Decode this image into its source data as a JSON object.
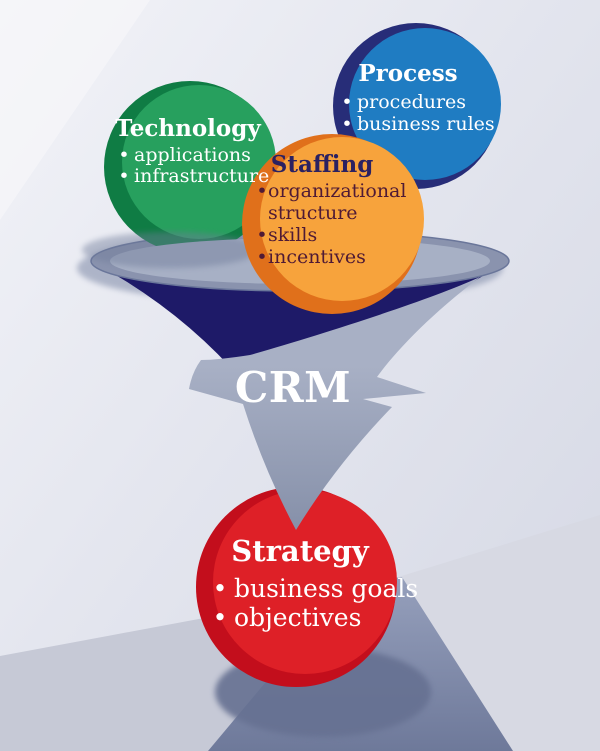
{
  "ui": {
    "bullet": "•"
  },
  "background": {
    "base_top": "#f1f2f7",
    "base_bottom": "#d8dbe7",
    "floor": "#c6c9d6",
    "shadow_band_top": "#96a0bc",
    "shadow_band_bottom": "#6e799a",
    "shadow_ellipse": "#667192",
    "corner": "#d7d9e3"
  },
  "funnel": {
    "label": "CRM",
    "label_color": "#ffffff",
    "cone_color": "#1e1a68",
    "rim_outer": "#8a93ae",
    "rim_edge": "#6a769a",
    "rim_inner": "#a7b0c5",
    "arrow_top": "#a8b0c5",
    "arrow_bottom": "#8690a9"
  },
  "spheres": {
    "technology": {
      "title": "Technology",
      "items": [
        "applications",
        "infrastructure"
      ],
      "color": "#27a05e",
      "shade": "#0f7c44",
      "text_color": "#ffffff"
    },
    "process": {
      "title": "Process",
      "items": [
        "procedures",
        "business rules"
      ],
      "color": "#1f7cc2",
      "shade": "#272d78",
      "text_color": "#ffffff"
    },
    "staffing": {
      "title": "Staffing",
      "items": [
        "organizational structure",
        "skills",
        "incentives"
      ],
      "lines": [
        "organizational",
        "structure",
        "skills",
        "incentives"
      ],
      "color": "#f7a33c",
      "shade": "#e0701b",
      "title_color": "#2b2161",
      "text_color": "#4f1a35"
    },
    "strategy": {
      "title": "Strategy",
      "items": [
        "business goals",
        "objectives"
      ],
      "color": "#de2027",
      "shade": "#c30e1c",
      "text_color": "#ffffff"
    }
  }
}
